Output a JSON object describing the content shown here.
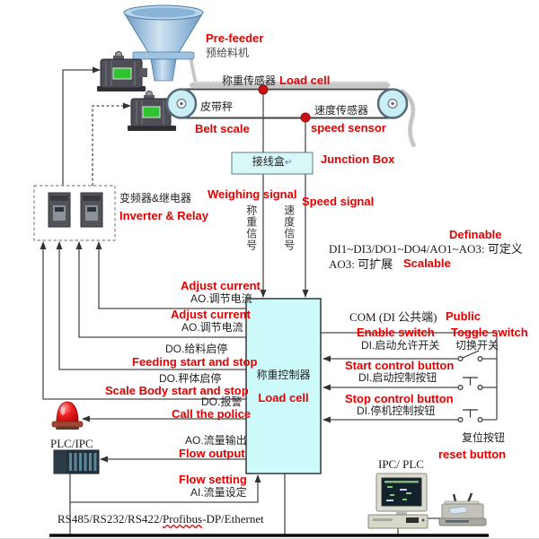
{
  "labels": {
    "pre_feeder_en": "Pre-feeder",
    "pre_feeder_zh": "预给料机",
    "load_cell_zh": "称重传感器",
    "load_cell_en": "Load cell",
    "belt_scale_zh": "皮带秤",
    "belt_scale_en": "Belt scale",
    "speed_sensor_zh": "速度传感器",
    "speed_sensor_en": "speed sensor",
    "junction_zh": "接线盒",
    "junction_mark": "↵",
    "junction_en": "Junction Box",
    "inverter_zh": "变频器&继电器",
    "inverter_en": "Inverter & Relay",
    "weighing_signal_en": "Weighing signal",
    "weighing_signal_zh": "称重信号",
    "speed_signal_en": "Speed signal",
    "speed_signal_zh": "速度信号",
    "definable_en": "Definable",
    "io_spec_line1": "DI1~DI3/DO1~DO4/AO1~AO3: 可定义",
    "io_spec_line2": "AO3: 可扩展",
    "scalable_en": "Scalable",
    "adjust_current_en": "Adjust current",
    "adjust_current_zh": "AO.调节电流",
    "feeding_zh": "DO.给料启停",
    "feeding_en": "Feeding start and stop",
    "scale_body_zh": "DO.秤体启停",
    "scale_body_en": "Scale Body start and stop",
    "alarm_zh": "DO.报警",
    "alarm_en": "Call the police",
    "flow_output_zh": "AO.流量输出",
    "flow_output_en": "Flow output",
    "flow_setting_en": "Flow setting",
    "flow_setting_zh": "AI.流量设定",
    "plc_left": "PLC/IPC",
    "controller_zh": "称重控制器",
    "controller_en": "Load cell",
    "com_zh": "COM (DI 公共端)",
    "public_en": "Public",
    "enable_en": "Enable switch",
    "enable_zh": "DI.启动允许开关",
    "toggle_en": "Toggle switch",
    "toggle_zh": "切换开关",
    "start_en": "Start control button",
    "start_zh": "DI.启动控制按钮",
    "stop_en": "Stop control button",
    "stop_zh": "DI.停机控制按钮",
    "reset_zh": "复位按钮",
    "reset_en": "reset button",
    "ipc_right": "IPC/ PLC",
    "bus_pre": "RS485/RS232/RS422/",
    "bus_word": "Profibus",
    "bus_post": "-DP/Ethernet"
  },
  "colors": {
    "label_red": "#e60000",
    "controller_fill": "#cdfbfb",
    "junction_fill": "#d8f8f8",
    "wire": "#4a4a4a",
    "sensor_dot": "#cc1111",
    "bus": "#0a0a0a",
    "hopper_blue": "#6e9dc6"
  }
}
